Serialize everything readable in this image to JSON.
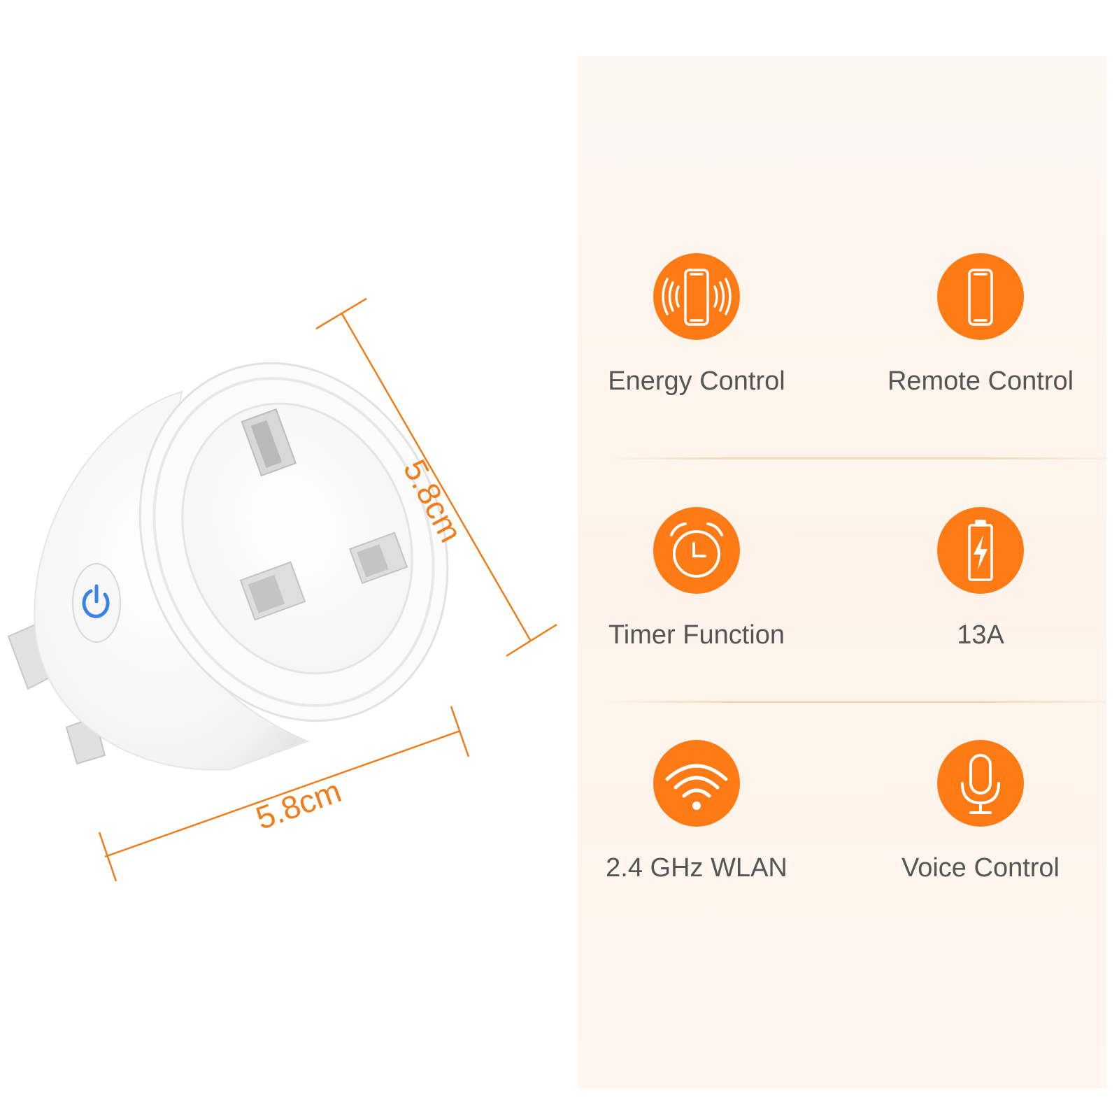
{
  "product": {
    "name": "smart-plug",
    "accent_color": "#f07c1a",
    "power_button_color": "#3b82e8"
  },
  "dimensions": {
    "height_label": "5.8cm",
    "width_label": "5.8cm"
  },
  "panel": {
    "icon_color": "#fd7a14",
    "features": [
      {
        "label": "Energy Control",
        "icon": "phone-signal-icon"
      },
      {
        "label": "Remote Control",
        "icon": "phone-icon"
      },
      {
        "label": "Timer Function",
        "icon": "alarm-clock-icon"
      },
      {
        "label": "13A",
        "icon": "battery-bolt-icon"
      },
      {
        "label": "2.4 GHz WLAN",
        "icon": "wifi-icon"
      },
      {
        "label": "Voice Control",
        "icon": "microphone-icon"
      }
    ]
  }
}
